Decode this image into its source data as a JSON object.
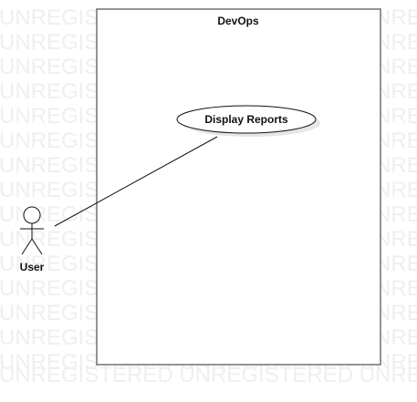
{
  "watermark": {
    "text": "UNREGISTERED UNREGISTERED UNREGISTERED",
    "color": "#efefef"
  },
  "boundary": {
    "title": "DevOps",
    "border_color": "#707070"
  },
  "use_case": {
    "label": "Display Reports",
    "shadow_color": "#e6e6e6"
  },
  "actor": {
    "label": "User",
    "icon": "stick-figure-actor-icon"
  },
  "association": {
    "from": "User",
    "to": "Display Reports"
  }
}
